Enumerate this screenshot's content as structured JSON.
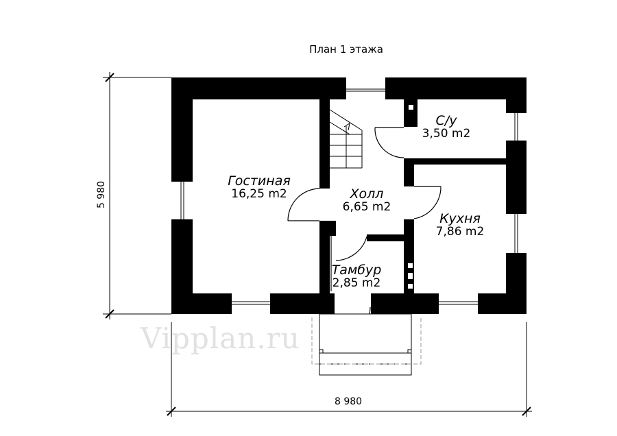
{
  "title": "План 1 этажа",
  "dimensions": {
    "height": "5 980",
    "width": "8 980"
  },
  "watermark": "Vipplan.ru",
  "rooms": [
    {
      "name": "Гостиная",
      "area": "16,25 m2"
    },
    {
      "name": "Холл",
      "area": "6,65 m2"
    },
    {
      "name": "С/у",
      "area": "3,50 m2"
    },
    {
      "name": "Кухня",
      "area": "7,86 m2"
    },
    {
      "name": "Тамбур",
      "area": "2,85 m2"
    }
  ]
}
